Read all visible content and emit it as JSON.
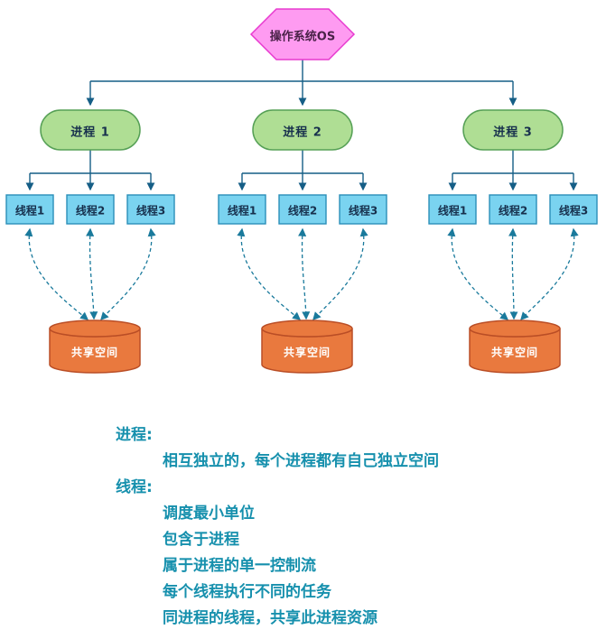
{
  "diagram": {
    "os_label": "操作系统OS",
    "groups": [
      {
        "process": "进程 1",
        "threads": [
          "线程1",
          "线程2",
          "线程3"
        ],
        "storage": "共享空间"
      },
      {
        "process": "进程 2",
        "threads": [
          "线程1",
          "线程2",
          "线程3"
        ],
        "storage": "共享空间"
      },
      {
        "process": "进程 3",
        "threads": [
          "线程1",
          "线程2",
          "线程3"
        ],
        "storage": "共享空间"
      }
    ]
  },
  "notes": [
    "进程:",
    "相互独立的，每个进程都有自己独立空间",
    "线程:",
    "调度最小单位",
    "包含于进程",
    "属于进程的单一控制流",
    "每个线程执行不同的任务",
    "同进程的线程，共享此进程资源"
  ],
  "colors": {
    "os_fill": "#fe9bf1",
    "os_stroke": "#e73acf",
    "process_fill": "#afde94",
    "process_stroke": "#56a056",
    "thread_fill": "#7ad3f0",
    "thread_stroke": "#2b8fb8",
    "storage_fill": "#e9793e",
    "storage_stroke": "#ba4e26",
    "connector": "#155e86",
    "dashed_flow": "#1a7a9c",
    "notes_text": "#1690ad"
  }
}
